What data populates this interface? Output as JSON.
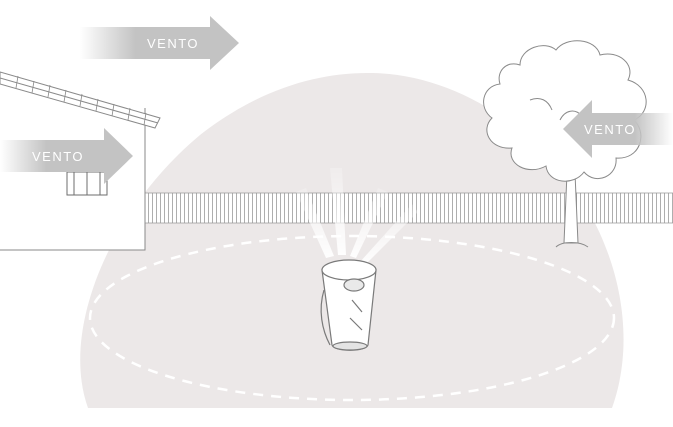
{
  "labels": {
    "wind_top": "VENTO",
    "wind_left": "VENTO",
    "wind_right": "VENTO"
  },
  "colors": {
    "dome_fill": "#ece8e8",
    "arrow_fill": "#c3c3c3",
    "line": "#8a8a8a",
    "background": "#ffffff"
  },
  "icons": {
    "device": "sprinkler-device-icon",
    "tree": "tree-icon",
    "house": "house-icon",
    "fence": "fence-icon"
  }
}
